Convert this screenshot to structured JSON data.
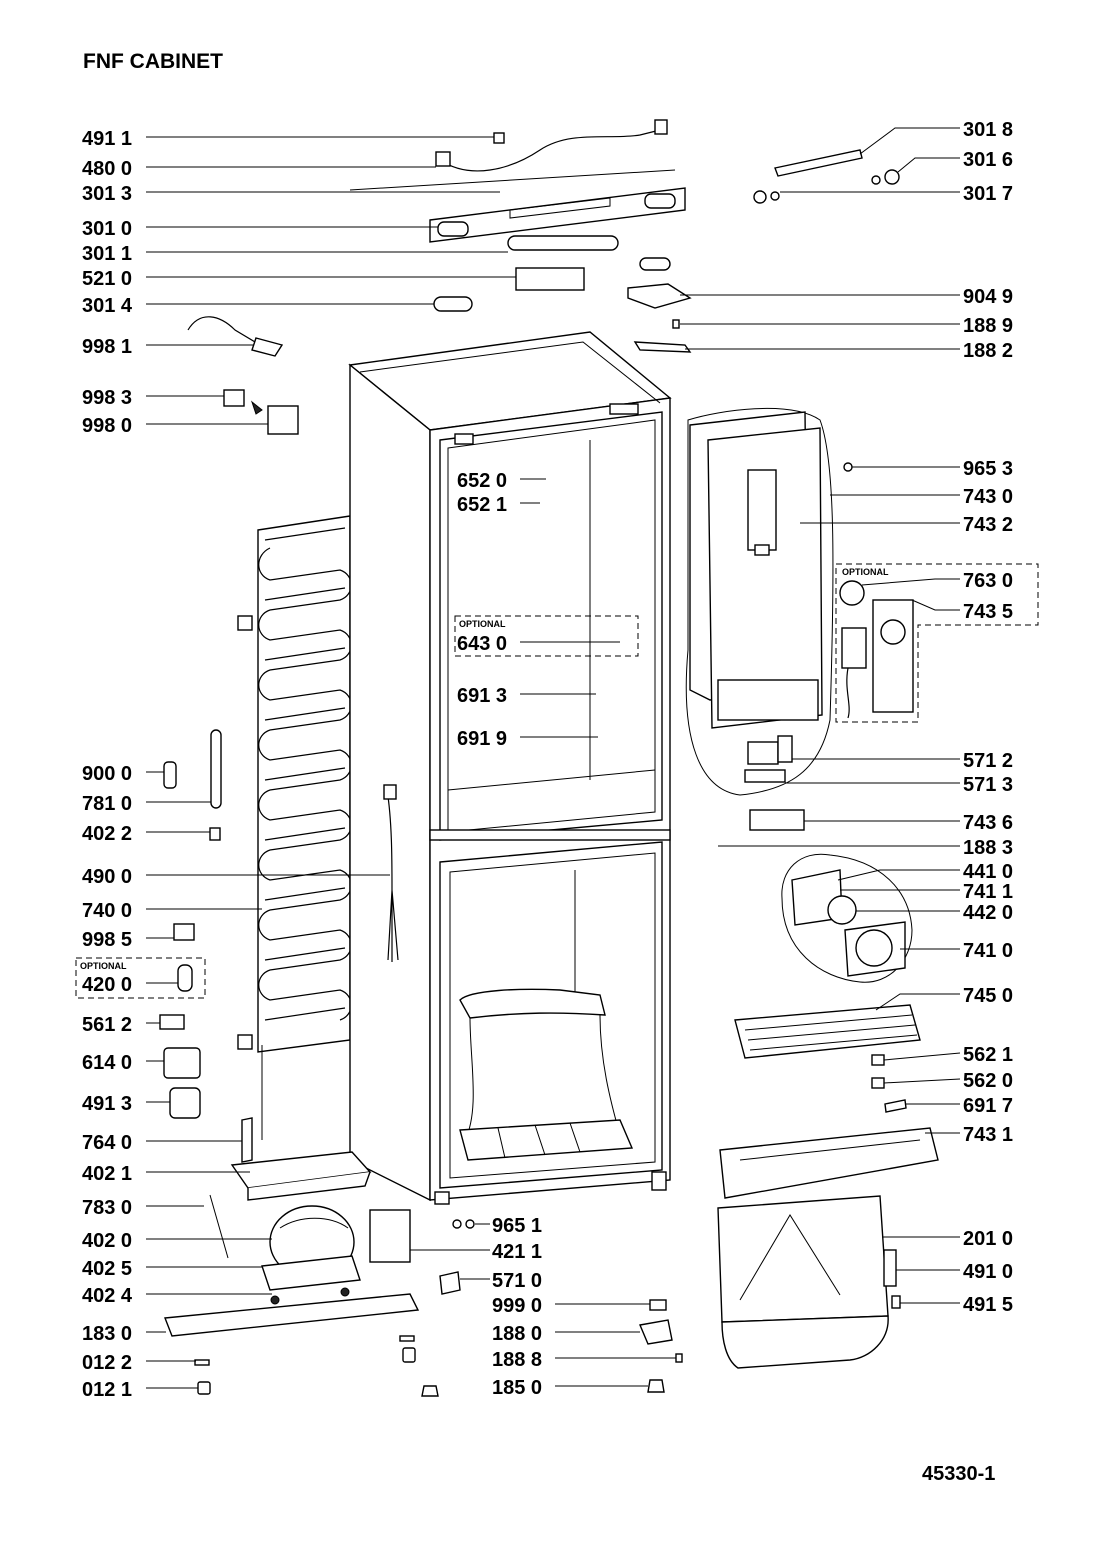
{
  "title": "FNF CABINET",
  "doc_number": "45330-1",
  "optional_label": "OPTIONAL",
  "left_labels": [
    "491 1",
    "480 0",
    "301 3",
    "301 0",
    "301 1",
    "521 0",
    "301 4",
    "998 1",
    "998 3",
    "998 0",
    "900 0",
    "781 0",
    "402 2",
    "490 0",
    "740 0",
    "998 5",
    "420 0",
    "561 2",
    "614 0",
    "491 3",
    "764 0",
    "402 1",
    "783 0",
    "402 0",
    "402 5",
    "402 4",
    "183 0",
    "012 2",
    "012 1"
  ],
  "center_labels": [
    "652 0",
    "652 1",
    "643 0",
    "691 3",
    "691 9",
    "965 1",
    "421 1",
    "571 0",
    "999 0",
    "188 0",
    "188 8",
    "185 0"
  ],
  "right_labels": [
    "301 8",
    "301 6",
    "301 7",
    "904 9",
    "188 9",
    "188 2",
    "965 3",
    "743 0",
    "743 2",
    "763 0",
    "743 5",
    "571 2",
    "571 3",
    "743 6",
    "188 3",
    "441 0",
    "741 1",
    "442 0",
    "741 0",
    "745 0",
    "562 1",
    "562 0",
    "691 7",
    "743 1",
    "201 0",
    "491 0",
    "491 5"
  ]
}
